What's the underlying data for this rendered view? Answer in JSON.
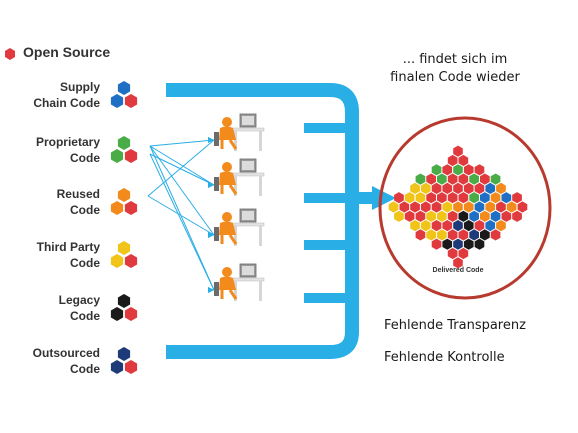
{
  "legend": {
    "label": "Open Source",
    "color": "#e03a3e"
  },
  "sources": [
    {
      "line1": "Supply",
      "line2": "Chain Code",
      "color": "#1f6fc5"
    },
    {
      "line1": "Proprietary",
      "line2": "Code",
      "color": "#4aac47"
    },
    {
      "line1": "Reused",
      "line2": "Code",
      "color": "#f28a1c"
    },
    {
      "line1": "Third Party",
      "line2": "Code",
      "color": "#f0c419"
    },
    {
      "line1": "Legacy",
      "line2": "Code",
      "color": "#1a1a1a"
    },
    {
      "line1": "Outsourced",
      "line2": "Code",
      "color": "#1f3a78"
    }
  ],
  "heading": {
    "line1": "... findet sich im",
    "line2": "finalen Code wieder"
  },
  "delivered_label": "Delivered Code",
  "notes": {
    "transparency": "Fehlende Transparenz",
    "control": "Fehlende Kontrolle"
  },
  "colors": {
    "pipe": "#29aee6",
    "arrow": "#29aee6",
    "circle": "#b83a2e",
    "dev_figure": "#f28a1c"
  }
}
